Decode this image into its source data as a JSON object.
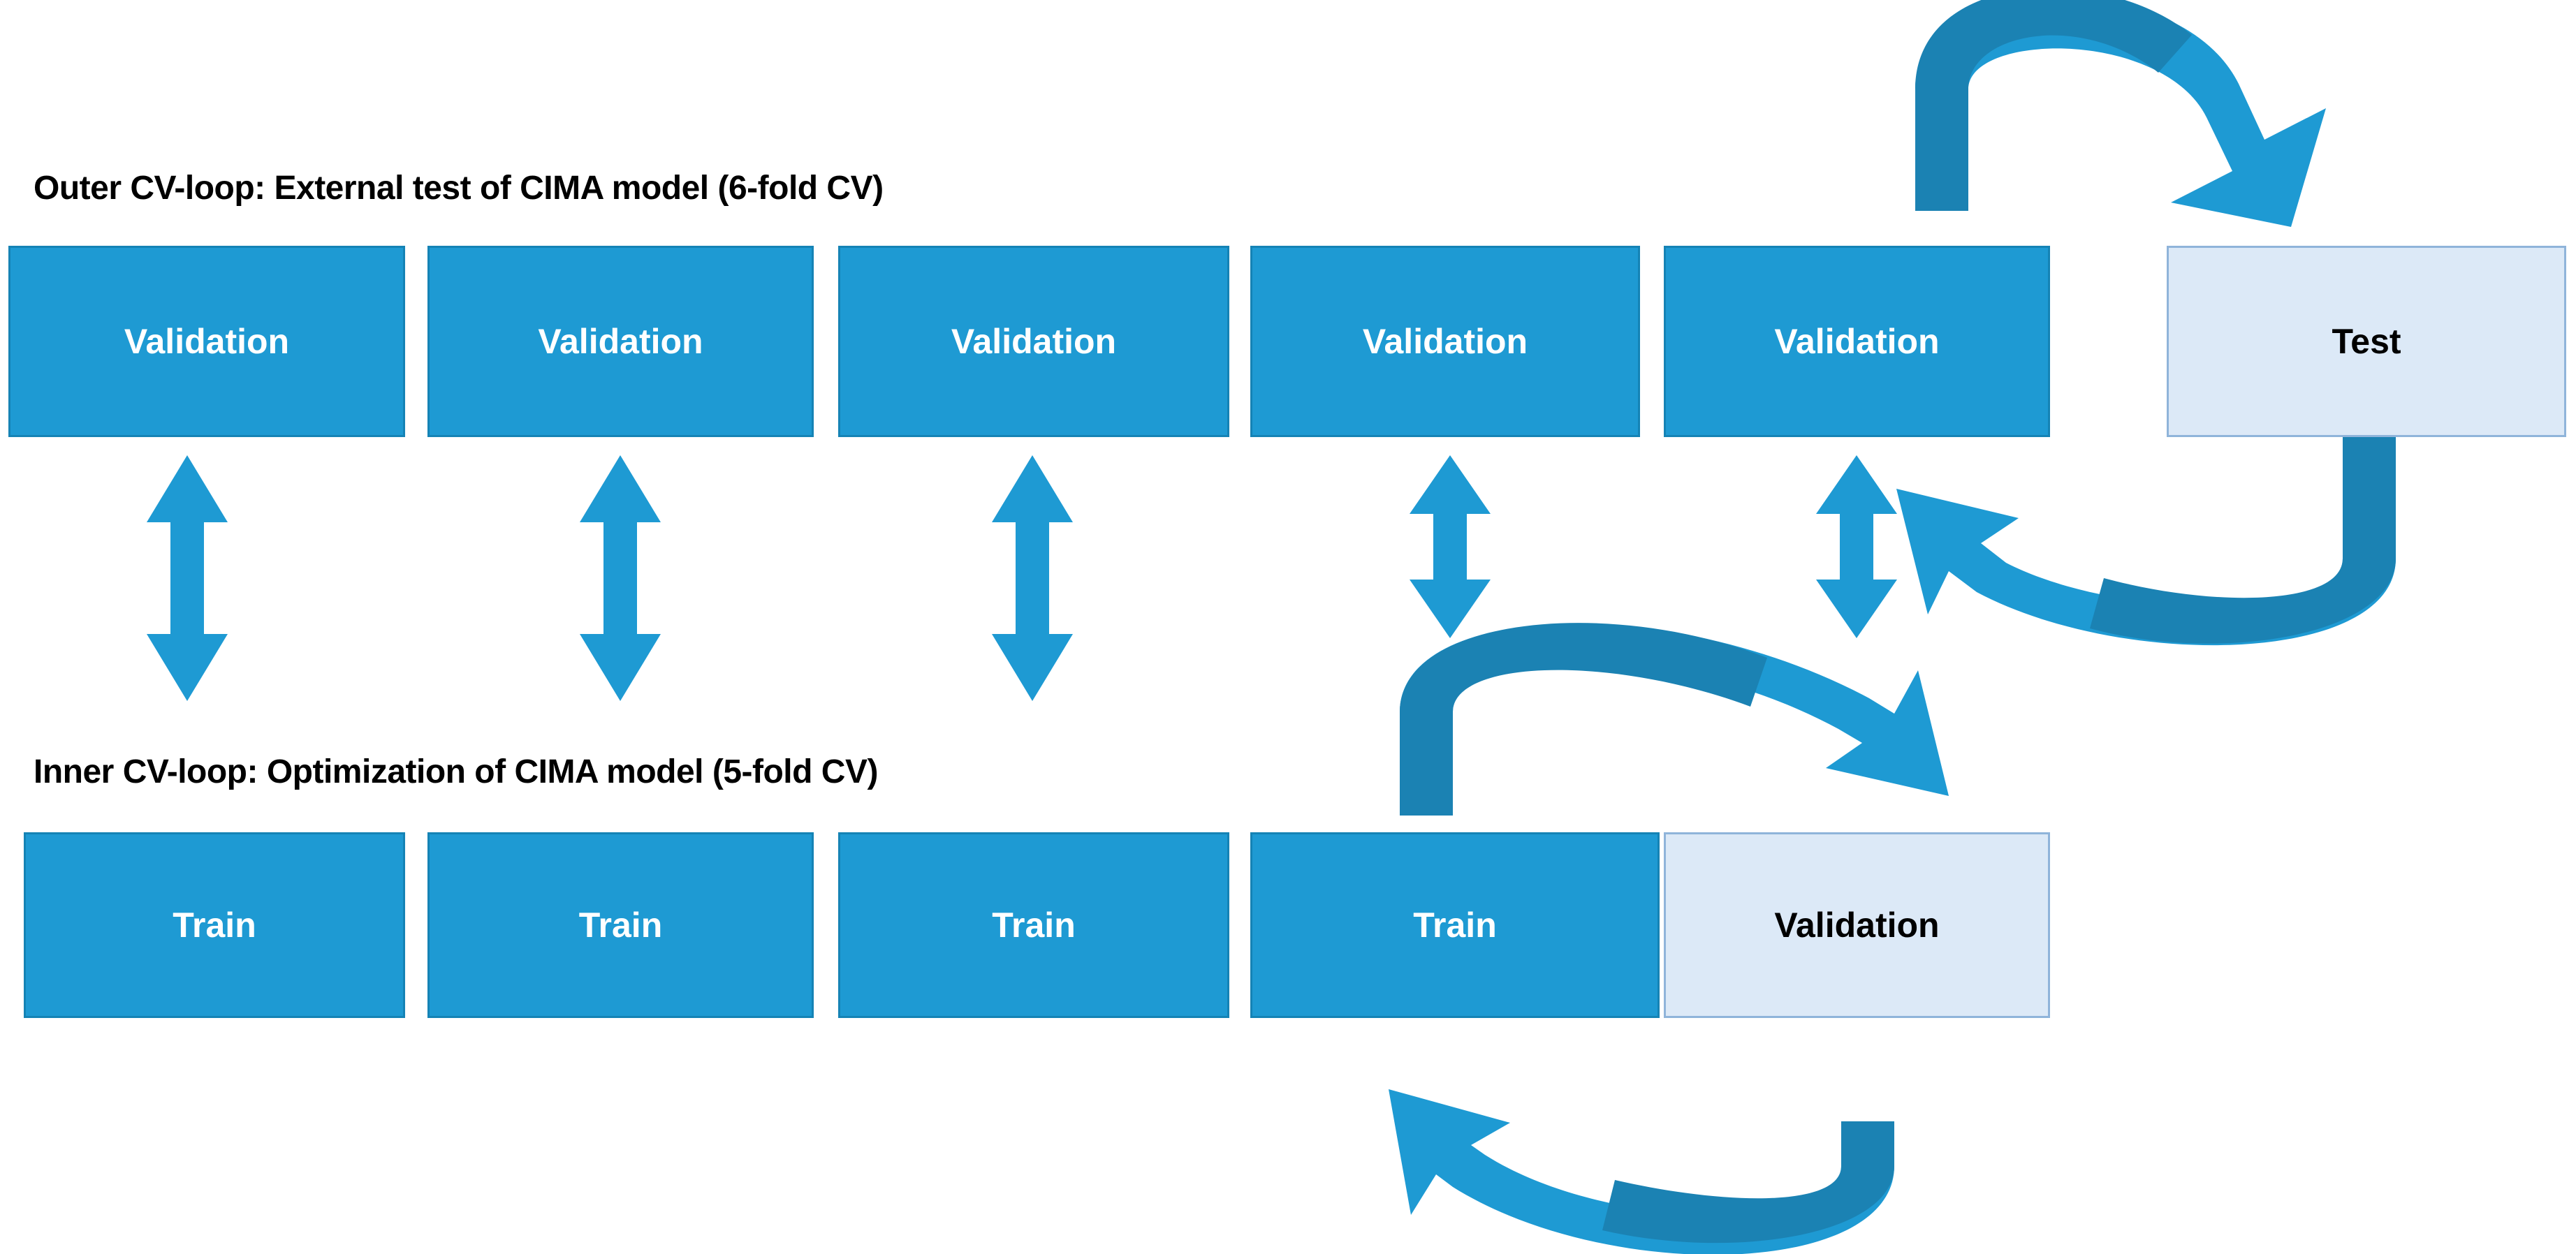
{
  "diagram": {
    "title_outer": "Outer CV-loop: External test of CIMA model (6-fold CV)",
    "title_inner": "Inner CV-loop: Optimization of CIMA model (5-fold CV)",
    "colors": {
      "primary_blue": "#1E9AD3",
      "dark_blue": "#1583B5",
      "light_blue_fill": "#DCE9F7",
      "light_blue_border": "#8FB4DA",
      "text_dark": "#000000",
      "text_light": "#FFFFFF",
      "background": "#FFFFFF"
    },
    "outer_loop": {
      "label": "Outer CV-loop: External test of CIMA model (6-fold CV)",
      "folds": 6,
      "boxes": [
        {
          "label": "Validation",
          "style": "filled"
        },
        {
          "label": "Validation",
          "style": "filled"
        },
        {
          "label": "Validation",
          "style": "filled"
        },
        {
          "label": "Validation",
          "style": "filled"
        },
        {
          "label": "Validation",
          "style": "filled"
        },
        {
          "label": "Test",
          "style": "light"
        }
      ]
    },
    "inner_loop": {
      "label": "Inner CV-loop: Optimization of CIMA model (5-fold CV)",
      "folds": 5,
      "boxes": [
        {
          "label": "Train",
          "style": "filled"
        },
        {
          "label": "Train",
          "style": "filled"
        },
        {
          "label": "Train",
          "style": "filled"
        },
        {
          "label": "Train",
          "style": "filled"
        },
        {
          "label": "Validation",
          "style": "light"
        }
      ]
    },
    "connectors": {
      "vertical_double_arrows": 5,
      "outer_rotation_arrow": "curved-rotation-arrow-outer",
      "inner_rotation_arrow": "curved-rotation-arrow-inner"
    }
  }
}
